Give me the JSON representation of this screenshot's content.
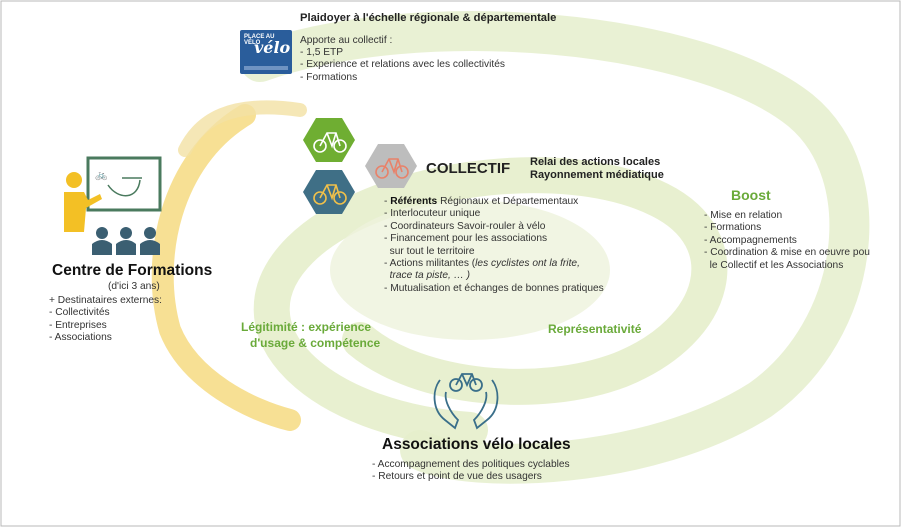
{
  "logo": {
    "name": "place-au-velo-logo",
    "text": "PLACE AU VÉLO"
  },
  "plaidoyer": {
    "title": "Plaidoyer à l'échelle régionale & départementale",
    "intro": "Apporte au collectif :",
    "items": [
      "- 1,5 ETP",
      "- Experience et relations avec les collectivités",
      "- Formations"
    ]
  },
  "collectif": {
    "title": "COLLECTIF",
    "relai": "Relai des actions locales",
    "rayonnement": "Rayonnement médiatique",
    "referents_bold": "Référents",
    "referents_rest": " Régionaux et Départementaux",
    "items": [
      "- Interlocuteur unique",
      "- Coordinateurs Savoir-rouler à vélo",
      "- Financement pour les associations",
      "  sur tout le territoire",
      "- Actions militantes (",
      "  trace ta piste, … )",
      "- Mutualisation et échanges de bonnes pratiques"
    ],
    "militantes_italic": "les cyclistes ont la frite,"
  },
  "boost": {
    "title": "Boost",
    "items": [
      "- Mise en relation",
      "- Formations",
      "- Accompagnements",
      "- Coordination & mise en oeuvre pou",
      "  le Collectif et les Associations"
    ]
  },
  "centre": {
    "title": "Centre de Formations",
    "subtitle": "(d'ici 3 ans)",
    "items": [
      "+ Destinataires externes:",
      "- Collectivités",
      "- Entreprises",
      "- Associations"
    ]
  },
  "legitimite": {
    "line1": "Légitimité : expérience",
    "line2": "d'usage & compétence"
  },
  "representativite": "Représentativité",
  "associations": {
    "title": "Associations vélo locales",
    "items": [
      "- Accompagnement des politiques cyclables",
      "- Retours et point de vue des usagers"
    ]
  },
  "colors": {
    "green": "#6aaa3a",
    "hex_green": "#6fae32",
    "hex_orange": "#e8826a",
    "hex_blue": "#3f6f86",
    "hex_gray": "#bdbdbd",
    "yellow": "#f2c73e",
    "presenter": "#f3c025",
    "people": "#3b5f72"
  }
}
